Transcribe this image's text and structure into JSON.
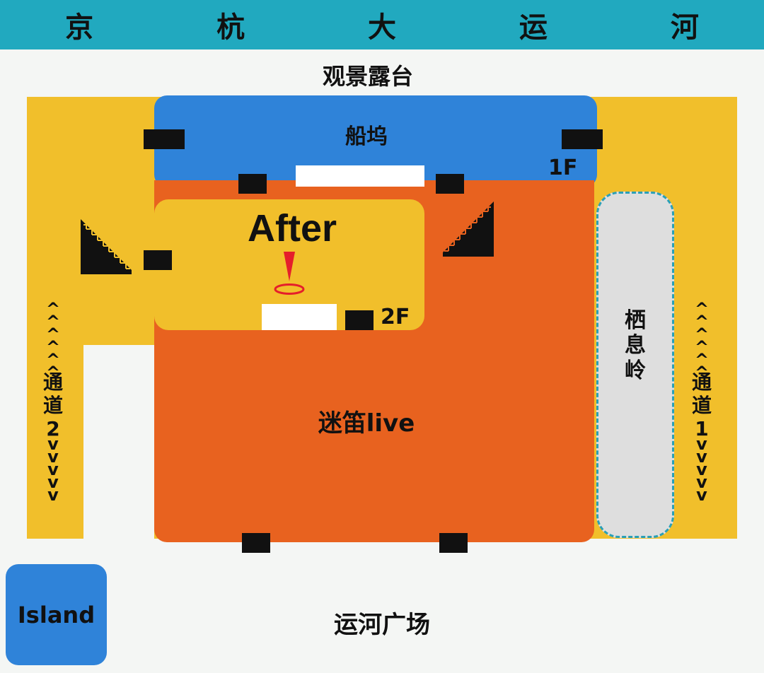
{
  "canal_title": "京 杭 大 运 河",
  "viewing_platform": "观景露台",
  "dock": "船坞",
  "floor_1f": "1F",
  "floor_2f": "2F",
  "after": "After",
  "migo_live": "迷笛live",
  "rest_area": [
    "栖",
    "息",
    "岭"
  ],
  "passage_1": [
    "通",
    "道",
    "1"
  ],
  "passage_2": [
    "通",
    "道",
    "2"
  ],
  "island": "Island",
  "canal_plaza": "运河广场",
  "colors": {
    "canal": "#21a9bf",
    "yellow": "#f1bf2b",
    "blue": "#2f83d9",
    "orange": "#e8621f",
    "rest_area": "#dedede",
    "marker": "#e51e2b"
  }
}
